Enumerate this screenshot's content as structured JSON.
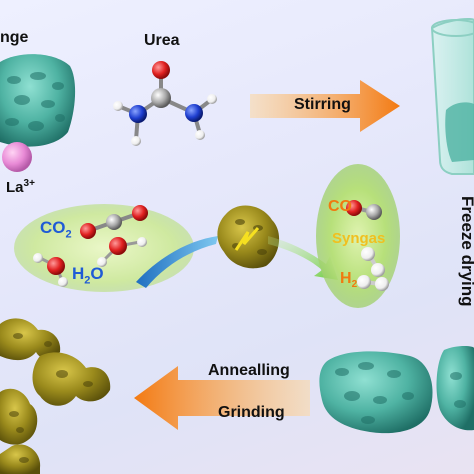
{
  "labels": {
    "sponge": "nge",
    "urea": "Urea",
    "la": "La",
    "la_sup": "3+",
    "stirring": "Stirring",
    "co2": "CO",
    "co2_sub": "2",
    "h2o": "H",
    "h2o_sub": "2",
    "h2o_tail": "O",
    "co": "CO",
    "syngas": "Syngas",
    "h2": "H",
    "h2_sub": "2",
    "freeze_drying": "Freeze drying",
    "annealling": "Annealling",
    "grinding": "Grinding"
  },
  "colors": {
    "arrow_orange": "#f37a12",
    "foam_teal": "#4fb3a3",
    "catalyst_olive": "#9a8a1c",
    "la_ion": "#e88ad6",
    "oxygen": "#e02020",
    "nitrogen": "#1f3fd0",
    "carbon": "#9a9a9a",
    "hydrogen": "#f4f4f4",
    "co2_label_blue": "#1f5bd6",
    "syngas_label": "#f0c020",
    "co_label": "#f07a10"
  }
}
